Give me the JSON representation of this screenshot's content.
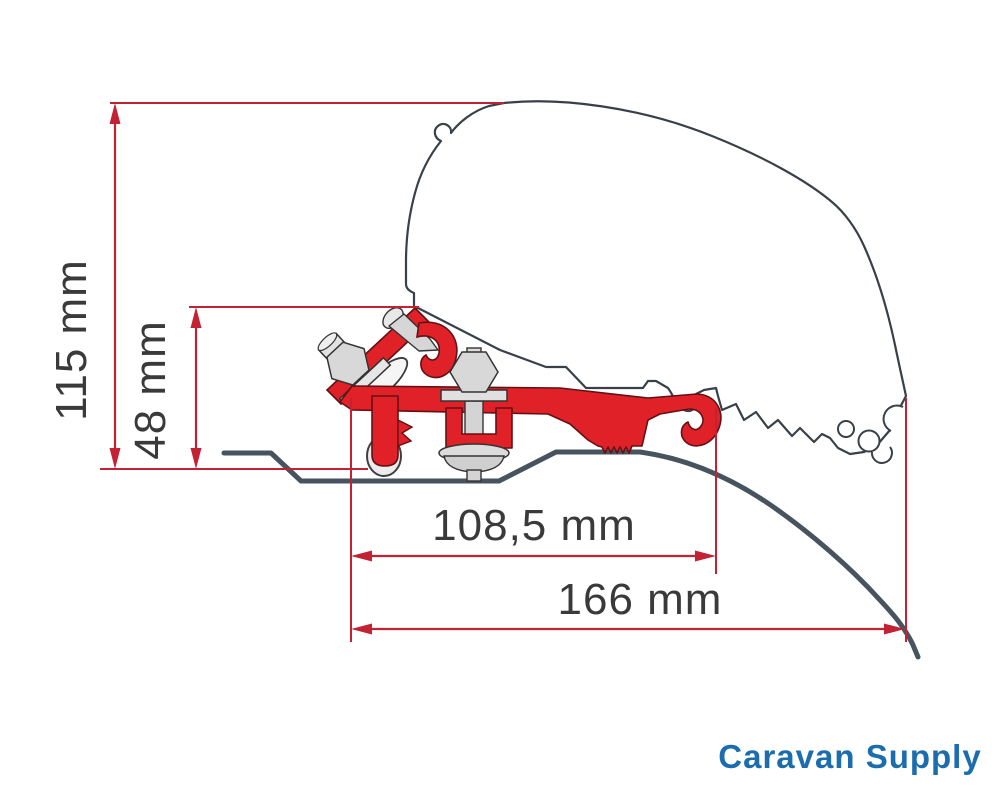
{
  "diagram": {
    "type": "technical-drawing",
    "subject": "awning-roof-adapter-bracket-side-profile",
    "dimensions": {
      "total_height": {
        "label": "115 mm",
        "orientation": "vertical"
      },
      "bracket_height": {
        "label": "48 mm",
        "orientation": "vertical"
      },
      "bracket_width": {
        "label": "108,5 mm",
        "orientation": "horizontal"
      },
      "total_width": {
        "label": "166 mm",
        "orientation": "horizontal"
      }
    },
    "colors": {
      "dimension_red": "#c22233",
      "bracket_red": "#e02128",
      "bracket_outline": "#641014",
      "awning_outline": "#3a4047",
      "roof_line": "#47545f",
      "hardware_gray": "#d8d8d8",
      "label_text": "#3a3a3a"
    }
  },
  "branding": {
    "logo_text": "Caravan Supply",
    "logo_color": "#1c6dad"
  }
}
